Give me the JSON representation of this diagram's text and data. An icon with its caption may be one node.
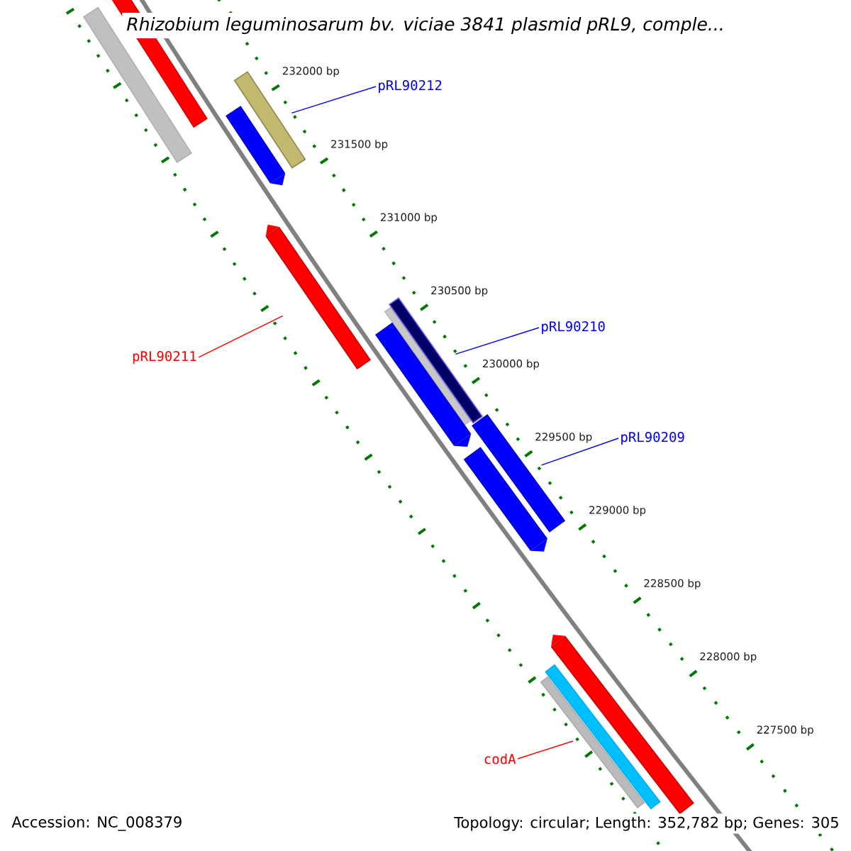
{
  "diagram": {
    "title": "Rhizobium leguminosarum bv. viciae 3841 plasmid pRL9, comple...",
    "nodes": [
      {
        "text": [],
        "shape": "bar"
      },
      {
        "text": [],
        "shape": "bar"
      },
      {
        "text": [
          "pRL90212"
        ]
      },
      {
        "text": [],
        "shape": "bar"
      },
      {
        "text": [],
        "shape": "bar"
      },
      {
        "text": [
          "pRL90211"
        ]
      },
      {
        "text": [],
        "shape": "bar"
      },
      {
        "text": [
          "pRL90210"
        ]
      },
      {
        "text": [],
        "shape": "bar"
      },
      {
        "text": [],
        "shape": "bar"
      },
      {
        "text": [],
        "shape": "bar"
      },
      {
        "text": [
          "pRL90209"
        ]
      },
      {
        "text": [],
        "shape": "bar"
      },
      {
        "text": [],
        "shape": "bar"
      },
      {
        "text": [],
        "shape": "bar"
      },
      {
        "text": [],
        "shape": "bar"
      },
      {
        "text": [],
        "shape": "bar"
      },
      {
        "text": [
          "codA"
        ]
      }
    ],
    "edges": [
      {
        "from": 2,
        "to": 3,
        "arrow": "none"
      },
      {
        "from": 5,
        "to": 6,
        "arrow": "none",
        "color": "#ff0000"
      },
      {
        "from": 7,
        "to": 9,
        "arrow": "none"
      },
      {
        "from": 11,
        "to": 12,
        "arrow": "none"
      },
      {
        "from": 17,
        "to": 14,
        "arrow": "none",
        "color": "#ff0000"
      }
    ],
    "labels": [
      "232000 bp",
      "231500 bp",
      "231000 bp",
      "230500 bp",
      "230000 bp",
      "229500 bp",
      "229000 bp",
      "228500 bp",
      "228000 bp",
      "227500 bp",
      "Accession: NC_008379",
      "Topology: circular; Length: 352,782 bp; Genes: 305"
    ]
  }
}
